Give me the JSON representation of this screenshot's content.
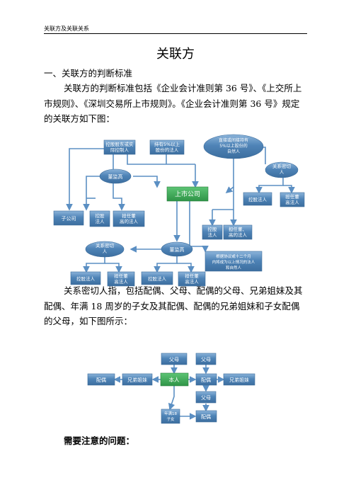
{
  "header": {
    "text": "关联方及关联关系"
  },
  "title": "关联方",
  "section1": "一、关联方的判断标准",
  "para1": "关联方的判断标准包括《企业会计准则第 36 号》、《上交所上市规则》、《深圳交易所上市规则》。《企业会计准则第 36 号》规定的关联方如下图：",
  "para2": "关系密切人指，包括配偶、父母、配偶的父母、兄弟姐妹及其配偶、年满 18 周岁的子女及其配偶、配偶的兄弟姐妹和子女配偶的父母，如下图所示：",
  "note": "需要注意的问题：",
  "diagram1": {
    "nodes": {
      "controller": [
        "控股股东或实",
        "际控制人"
      ],
      "holder5": [
        "持有5%以上",
        "股份的法人"
      ],
      "natural5": [
        "直接或间接持有",
        "5%以上股份的",
        "自然人"
      ],
      "close_top": [
        "关系密切",
        "人"
      ],
      "dsm_top": [
        "董监高"
      ],
      "listed": [
        "上市公司"
      ],
      "subsidiary": [
        "子公司"
      ],
      "controlled_corp": [
        "控股",
        "法人"
      ],
      "dsm_corp": [
        "担任董",
        "高的法人"
      ],
      "ctrl_corp_r1": [
        "控股法人"
      ],
      "dsm_corp_r1": [
        "担任董",
        "高法人"
      ],
      "ctrl_corp_mid": [
        "控股",
        "法人"
      ],
      "dsm_corp_mid": [
        "担任董、",
        "高的法人"
      ],
      "close_low": [
        "关系密切",
        "人"
      ],
      "dsm_low": [
        "董监高"
      ],
      "past12": [
        "根据协议或十二个月",
        "内将成为以上情况的法人",
        "和自然人"
      ],
      "ctrl_corp_b1": [
        "控股法人"
      ],
      "dsm_corp_b1": [
        "担任董",
        "高法人"
      ],
      "ctrl_corp_b2": [
        "控股法人"
      ],
      "dsm_corp_b2": [
        "担任董",
        "高法人"
      ]
    }
  },
  "diagram2": {
    "nodes": {
      "father_mother_1": [
        "父母"
      ],
      "father_mother_2": [
        "父母"
      ],
      "father_mother_3": [
        "父母"
      ],
      "spouse_left": [
        "配偶"
      ],
      "sibling_left": [
        "兄弟姐妹"
      ],
      "self": [
        "本人"
      ],
      "spouse_mid": [
        "配偶"
      ],
      "sibling_right": [
        "兄弟姐妹"
      ],
      "child": [
        "年满18",
        "子女"
      ],
      "spouse_bottom": [
        "配偶"
      ]
    }
  },
  "colors": {
    "box": "#4f84b7",
    "box_top": "#7aa5cf",
    "line": "#5b8fc3",
    "green": "#38a654"
  }
}
